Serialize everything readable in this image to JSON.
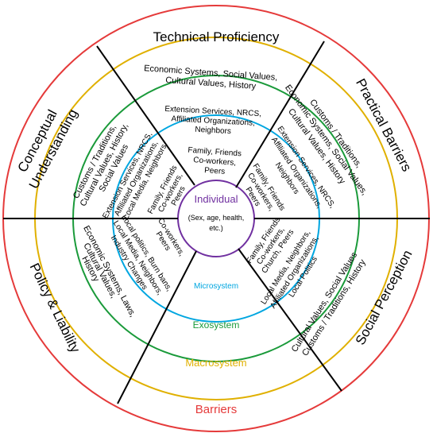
{
  "colors": {
    "outer": "#e53a3a",
    "macro": "#e0b000",
    "exo": "#1a9a3a",
    "micro": "#00a6e0",
    "center": "#7030a0",
    "dividers": "#000000"
  },
  "center": {
    "title": "Individual",
    "subtitle": "(Sex, age, health,",
    "subtitle2": "etc.)"
  },
  "layers": {
    "micro": "Microsystem",
    "exo": "Exosystem",
    "macro": "Macrosystem",
    "outer": "Barriers"
  },
  "sectors": {
    "technical": {
      "title": "Technical Proficiency",
      "macro_1": "Economic Systems, Social Values,",
      "macro_2": "Cultural Values, History",
      "exo_1": "Extension Services, NRCS,",
      "exo_2": "Affiliated Organizations,",
      "exo_3": "Neighbors",
      "micro_1": "Family, Friends",
      "micro_2": "Co-workers,",
      "micro_3": "Peers"
    },
    "practical": {
      "title": "Practical Barriers",
      "macro_1": "Customs / Traditions,",
      "macro_2": "Economic Systems, Social Values,",
      "macro_3": "Cultural Values, History",
      "exo_1": "Extension Services, NRCS,",
      "exo_2": "Affiliated Organizations,",
      "exo_3": "Neighbors",
      "micro_1": "Family, Friends",
      "micro_2": "Co-workers,",
      "micro_3": "Peers"
    },
    "social": {
      "title": "Social Perception",
      "macro_1": "Cultural Values, Social Values",
      "macro_2": "Customs / Traditions, History",
      "exo_1": "Local Media, Neighbors,",
      "exo_2": "Affiliated Organizations,",
      "exo_3": "Local Politics",
      "micro_1": "Family, Friends",
      "micro_2": "Co-workers,",
      "micro_3": "Church, Peers"
    },
    "policy": {
      "title": "Policy & Liability",
      "macro_1": "Economic Systems, Laws,",
      "macro_2": "Cultural Values,",
      "macro_3": "History",
      "exo_1": "Local politics, Burn bans,",
      "exo_2": "Local Media, Neighbors,",
      "exo_3": "Industry Changes",
      "micro_1": "Co-workers,",
      "micro_2": "Peers"
    },
    "conceptual": {
      "title_1": "Conceptual",
      "title_2": "Understanding",
      "macro_1": "Customs / Traditions,",
      "macro_2": "Cultural Values, History,",
      "macro_3": "Social Values",
      "exo_1": "Extension Services, NRCS,",
      "exo_2": "Affiliated Organizations,",
      "exo_3": "Local Media, Neighbors",
      "micro_1": "Family, Friends",
      "micro_2": "Co-workers,",
      "micro_3": "Peers"
    }
  }
}
